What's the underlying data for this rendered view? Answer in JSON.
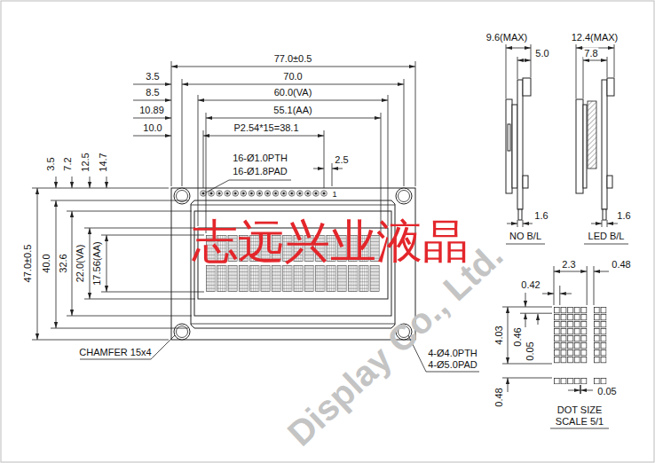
{
  "diagram": {
    "labels": [
      "77.0±0.5",
      "3.5",
      "70.0",
      "8.5",
      "60.0(VA)",
      "10.89",
      "55.1(AA)",
      "10.0",
      "P2.54*15=38.1",
      "16-Ø1.0PTH",
      "16-Ø1.8PAD",
      "2.5",
      "1",
      "3.5",
      "7.2",
      "12.5",
      "14.7",
      "47.0±0.5",
      "40.0",
      "32.6",
      "22.0(VA)",
      "17.56(AA)",
      "CHAMFER 15x4",
      "4-Ø4.0PTH",
      "4-Ø5.0PAD",
      "志远兴业液晶",
      "Display Co., Ltd.",
      "9.6(MAX)",
      "5.0",
      "1.6",
      "NO B/L",
      "12.4(MAX)",
      "7.8",
      "1.6",
      "LED B/L",
      "2.3",
      "0.48",
      "0.42",
      "4.03",
      "0.46",
      "0.05",
      "0.48",
      "0.05",
      "DOT SIZE",
      "SCALE 5/1"
    ]
  }
}
